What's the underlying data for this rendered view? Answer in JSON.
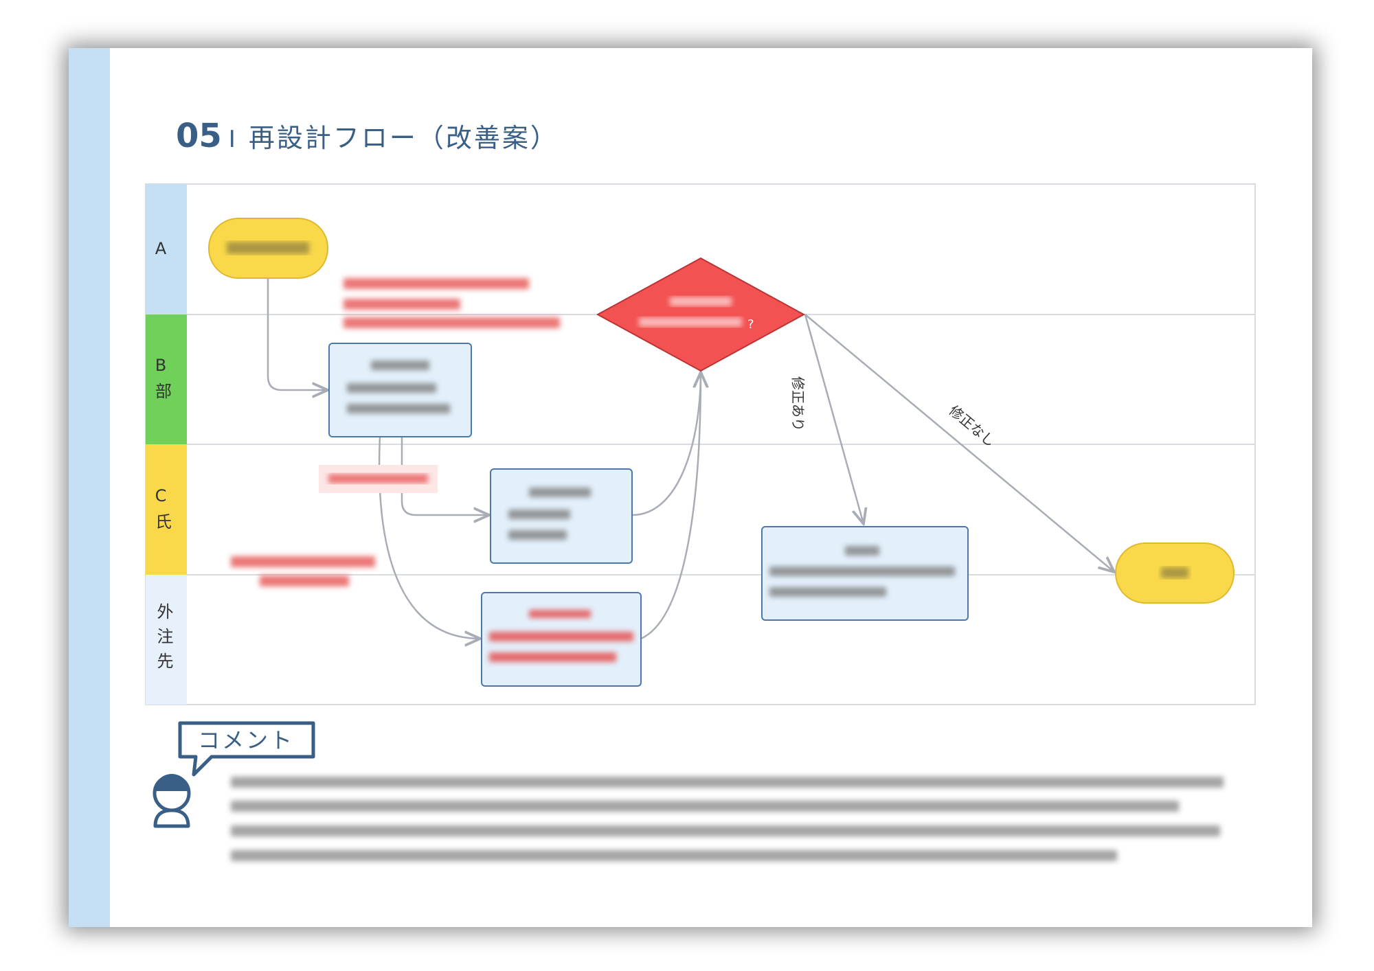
{
  "page": {
    "section_number": "05",
    "separator": "I",
    "title": "再設計フロー（改善案）"
  },
  "lanes": [
    {
      "label": "A",
      "color": "#c5e0f5"
    },
    {
      "label": "B\n部",
      "lines": [
        "B",
        "部"
      ],
      "color": "#6fd05a"
    },
    {
      "label": "C\n氏",
      "lines": [
        "C",
        "氏"
      ],
      "color": "#f9d94a"
    },
    {
      "label": "外注先",
      "lines": [
        "外",
        "注",
        "先"
      ],
      "color": "#e6f1fb"
    }
  ],
  "edges": {
    "revision_yes": "修正あり",
    "revision_no": "修正なし"
  },
  "decision": {
    "suffix": "?"
  },
  "comment": {
    "label": "コメント"
  },
  "colors": {
    "accent": "#3a5f86",
    "terminal": "#f9d94a",
    "decision": "#f25252",
    "process": "#e3f0fb",
    "process_border": "#4a78a8"
  }
}
